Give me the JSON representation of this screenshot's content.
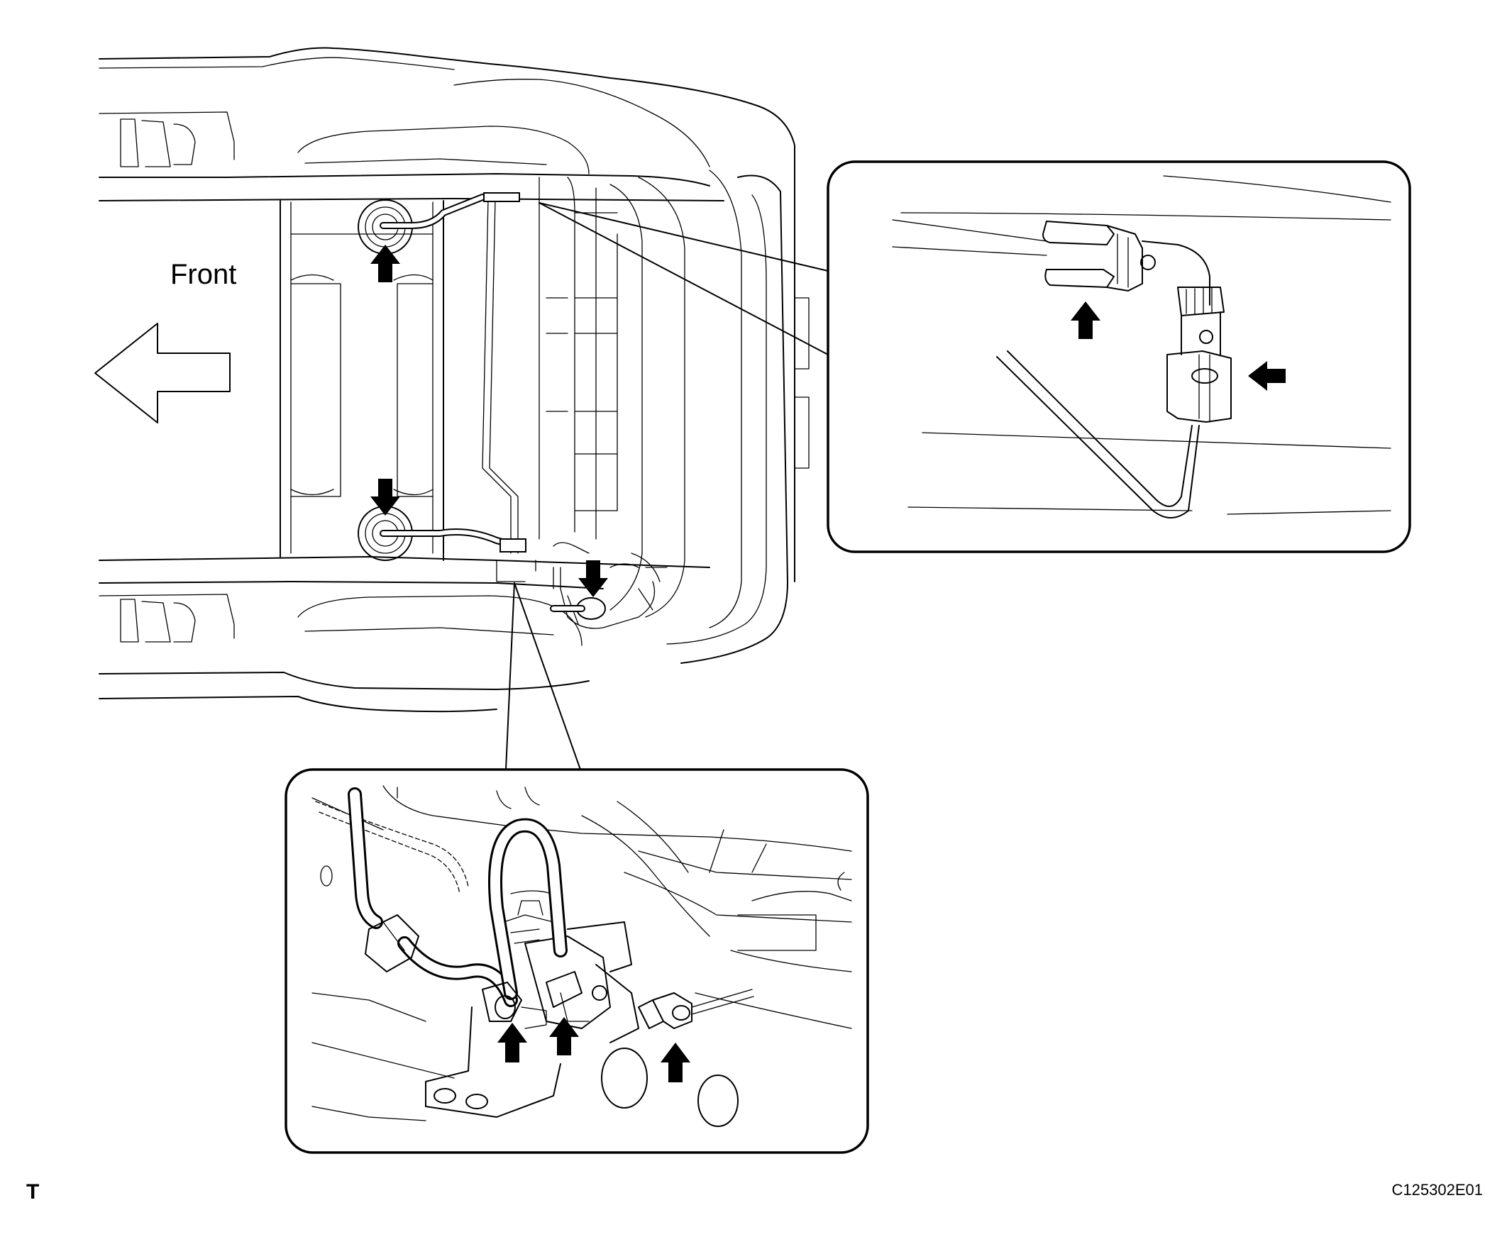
{
  "labels": {
    "front": "Front",
    "corner_mark": "T",
    "figure_id": "C125302E01"
  },
  "colors": {
    "line": "#000000",
    "background": "#ffffff"
  },
  "icons": {
    "direction_arrow": "front-direction-arrow-icon",
    "pointer": "black-pointer-arrow-icon"
  }
}
